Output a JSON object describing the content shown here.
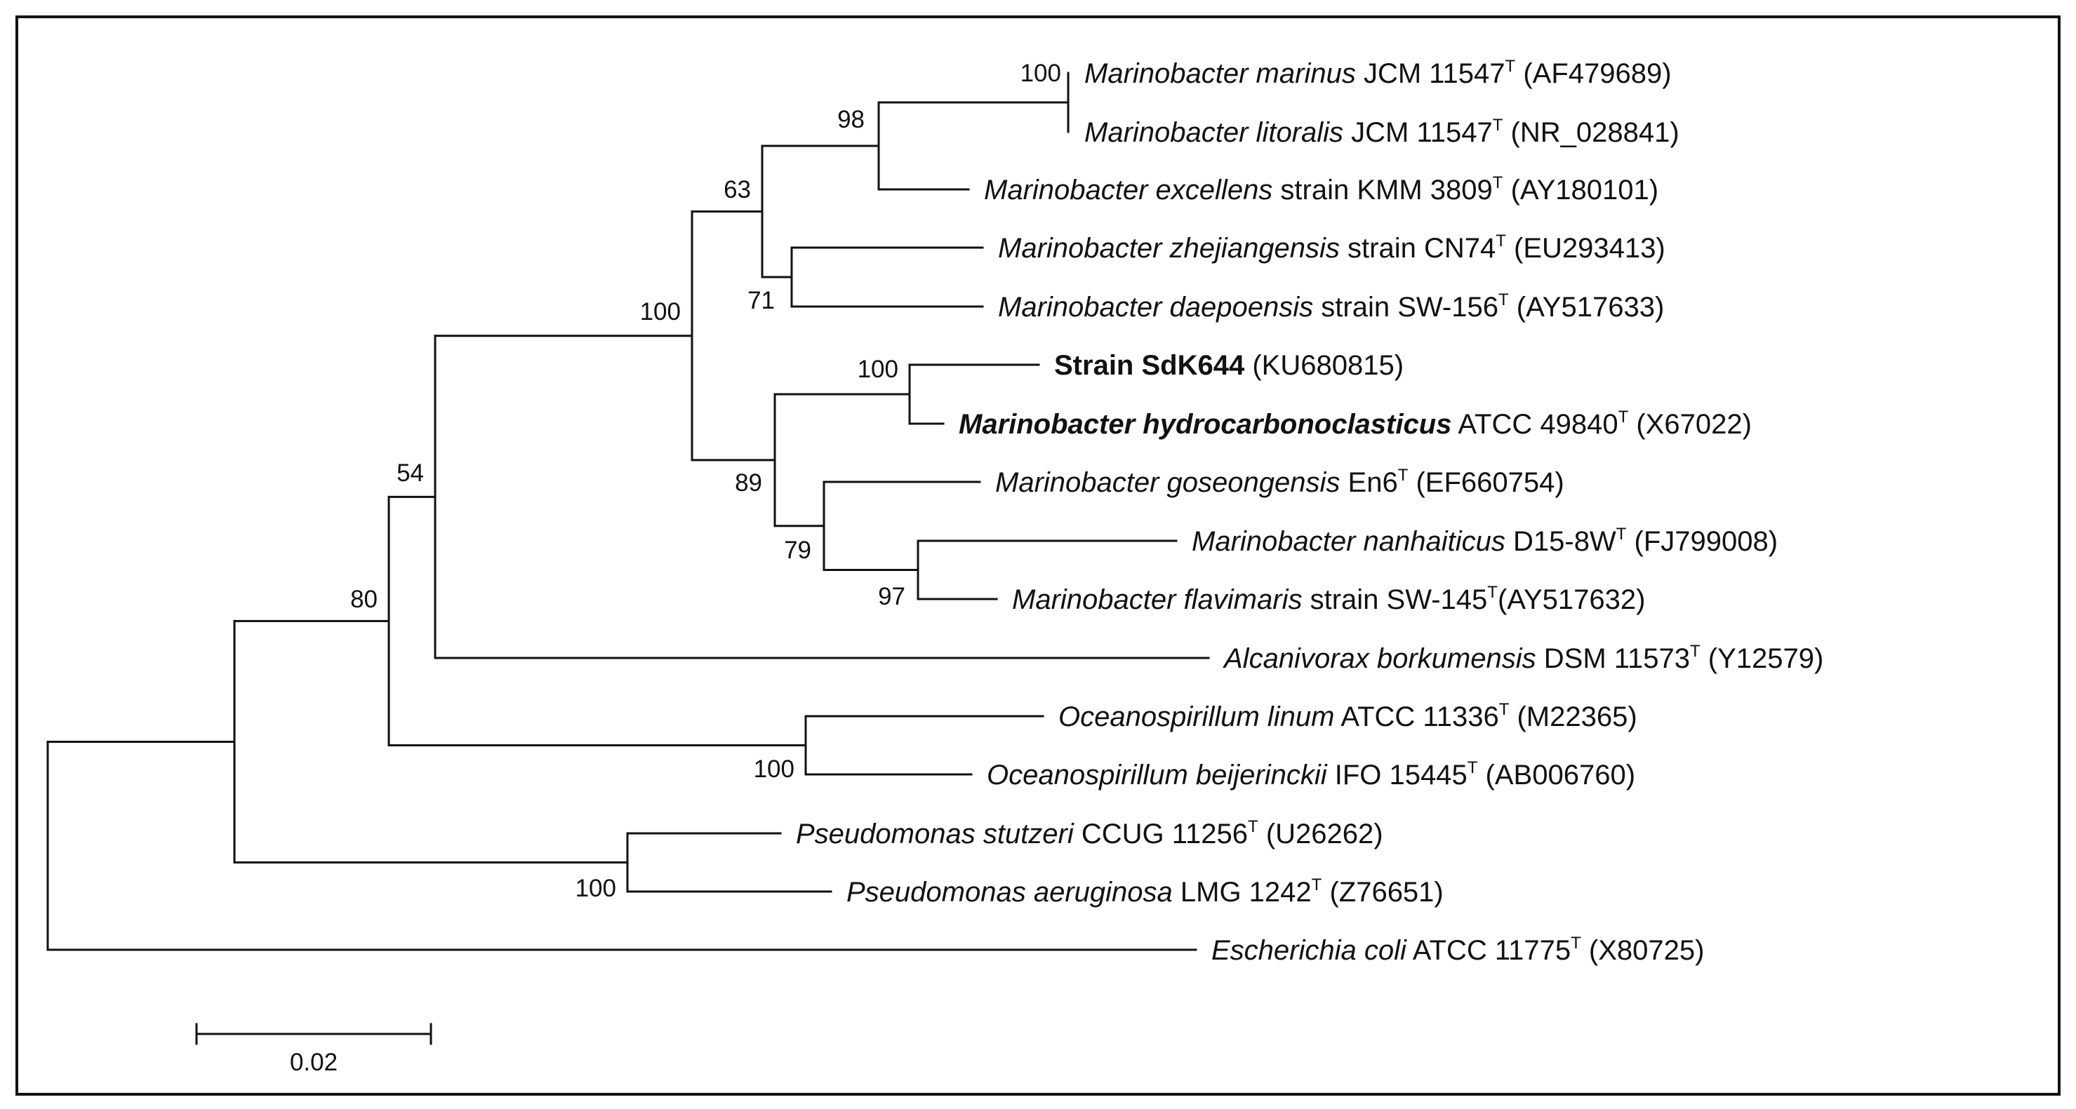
{
  "tree": {
    "scale_bar": {
      "label": "0.02"
    },
    "taxa": [
      {
        "id": "t1",
        "species": "Marinobacter marinus",
        "rest": " JCM 11547",
        "sup": "T",
        "acc": " (AF479689)",
        "bold": false
      },
      {
        "id": "t2",
        "species": "Marinobacter litoralis",
        "rest": " JCM 11547",
        "sup": "T",
        "acc": " (NR_028841)",
        "bold": false
      },
      {
        "id": "t3",
        "species": "Marinobacter excellens",
        "rest": " strain KMM 3809",
        "sup": "T",
        "acc": " (AY180101)",
        "bold": false
      },
      {
        "id": "t4",
        "species": "Marinobacter zhejiangensis",
        "rest": " strain CN74",
        "sup": "T",
        "acc": " (EU293413)",
        "bold": false
      },
      {
        "id": "t5",
        "species": "Marinobacter daepoensis",
        "rest": " strain SW-156",
        "sup": "T",
        "acc": " (AY517633)",
        "bold": false
      },
      {
        "id": "t6",
        "species": "",
        "rest": "Strain SdK644",
        "sup": "",
        "acc": " (KU680815)",
        "bold": true,
        "bold_rest": true
      },
      {
        "id": "t7",
        "species": "Marinobacter hydrocarbonoclasticus",
        "rest": "  ATCC 49840",
        "sup": "T",
        "acc": " (X67022)",
        "bold": true,
        "bold_rest": false
      },
      {
        "id": "t8",
        "species": "Marinobacter goseongensis",
        "rest": "  En6",
        "sup": "T",
        "acc": " (EF660754)",
        "bold": false
      },
      {
        "id": "t9",
        "species": "Marinobacter nanhaiticus",
        "rest": " D15-8W",
        "sup": "T",
        "acc": " (FJ799008)",
        "bold": false
      },
      {
        "id": "t10",
        "species": "Marinobacter flavimaris",
        "rest": " strain SW-145",
        "sup": "T",
        "acc": "(AY517632)",
        "bold": false
      },
      {
        "id": "t11",
        "species": "Alcanivorax borkumensis",
        "rest": " DSM 11573",
        "sup": "T",
        "acc": " (Y12579)",
        "bold": false
      },
      {
        "id": "t12",
        "species": "Oceanospirillum linum",
        "rest": " ATCC 11336",
        "sup": "T",
        "acc": " (M22365)",
        "bold": false
      },
      {
        "id": "t13",
        "species": "Oceanospirillum beijerinckii",
        "rest": " IFO 15445",
        "sup": "T",
        "acc": " (AB006760)",
        "bold": false
      },
      {
        "id": "t14",
        "species": "Pseudomonas stutzeri",
        "rest": " CCUG 11256",
        "sup": "T",
        "acc": " (U26262)",
        "bold": false
      },
      {
        "id": "t15",
        "species": "Pseudomonas aeruginosa",
        "rest": " LMG 1242",
        "sup": "T",
        "acc": " (Z76651)",
        "bold": false
      },
      {
        "id": "t16",
        "species": "Escherichia coli",
        "rest": " ATCC 11775",
        "sup": "T",
        "acc": " (X80725)",
        "bold": false
      }
    ],
    "support_values": {
      "n_marinus_litoralis": "100",
      "n_excellens_clade": "98",
      "n_upper_marino": "63",
      "n_zhe_dae": "71",
      "n_marino": "100",
      "n_sdk_hydro": "100",
      "n_lower_marino": "89",
      "n_gos_clade": "79",
      "n_nan_fla": "97",
      "n_alcani": "54",
      "n_ingroup": "80",
      "n_oceano": "100",
      "n_pseudo": "100"
    }
  }
}
